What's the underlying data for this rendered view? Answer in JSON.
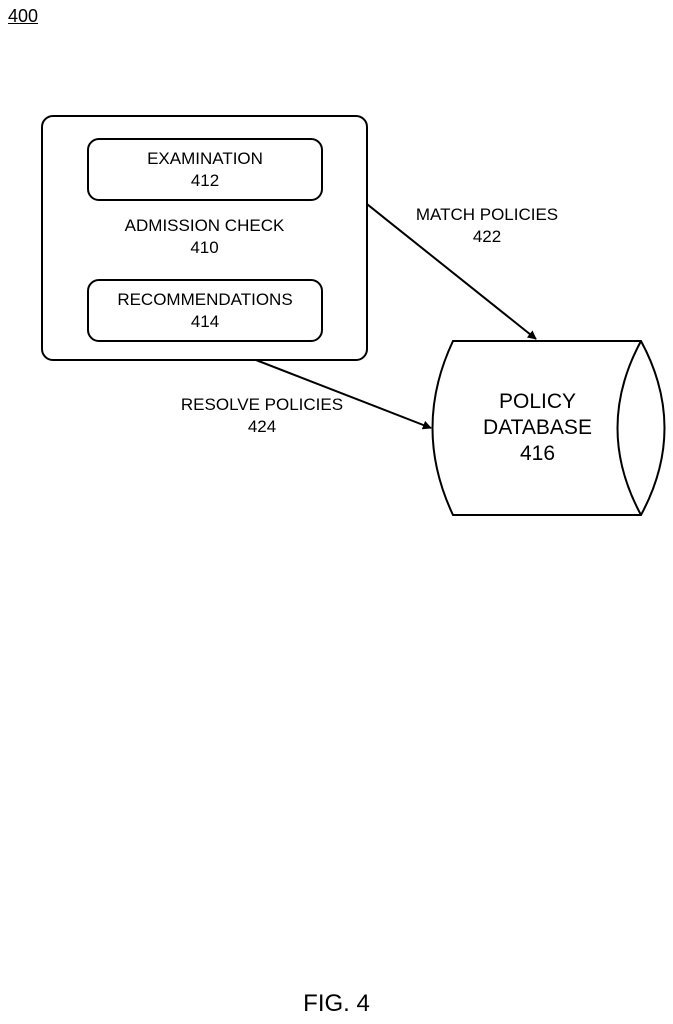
{
  "figure_ref": "400",
  "admission_check": {
    "label": "ADMISSION CHECK",
    "number": "410"
  },
  "examination": {
    "label": "EXAMINATION",
    "number": "412"
  },
  "recommendations": {
    "label": "RECOMMENDATIONS",
    "number": "414"
  },
  "policy_database": {
    "line1": "POLICY",
    "line2": "DATABASE",
    "number": "416"
  },
  "match_policies": {
    "label": "MATCH POLICIES",
    "number": "422"
  },
  "resolve_policies": {
    "label": "RESOLVE POLICIES",
    "number": "424"
  },
  "figure_caption": "FIG. 4"
}
